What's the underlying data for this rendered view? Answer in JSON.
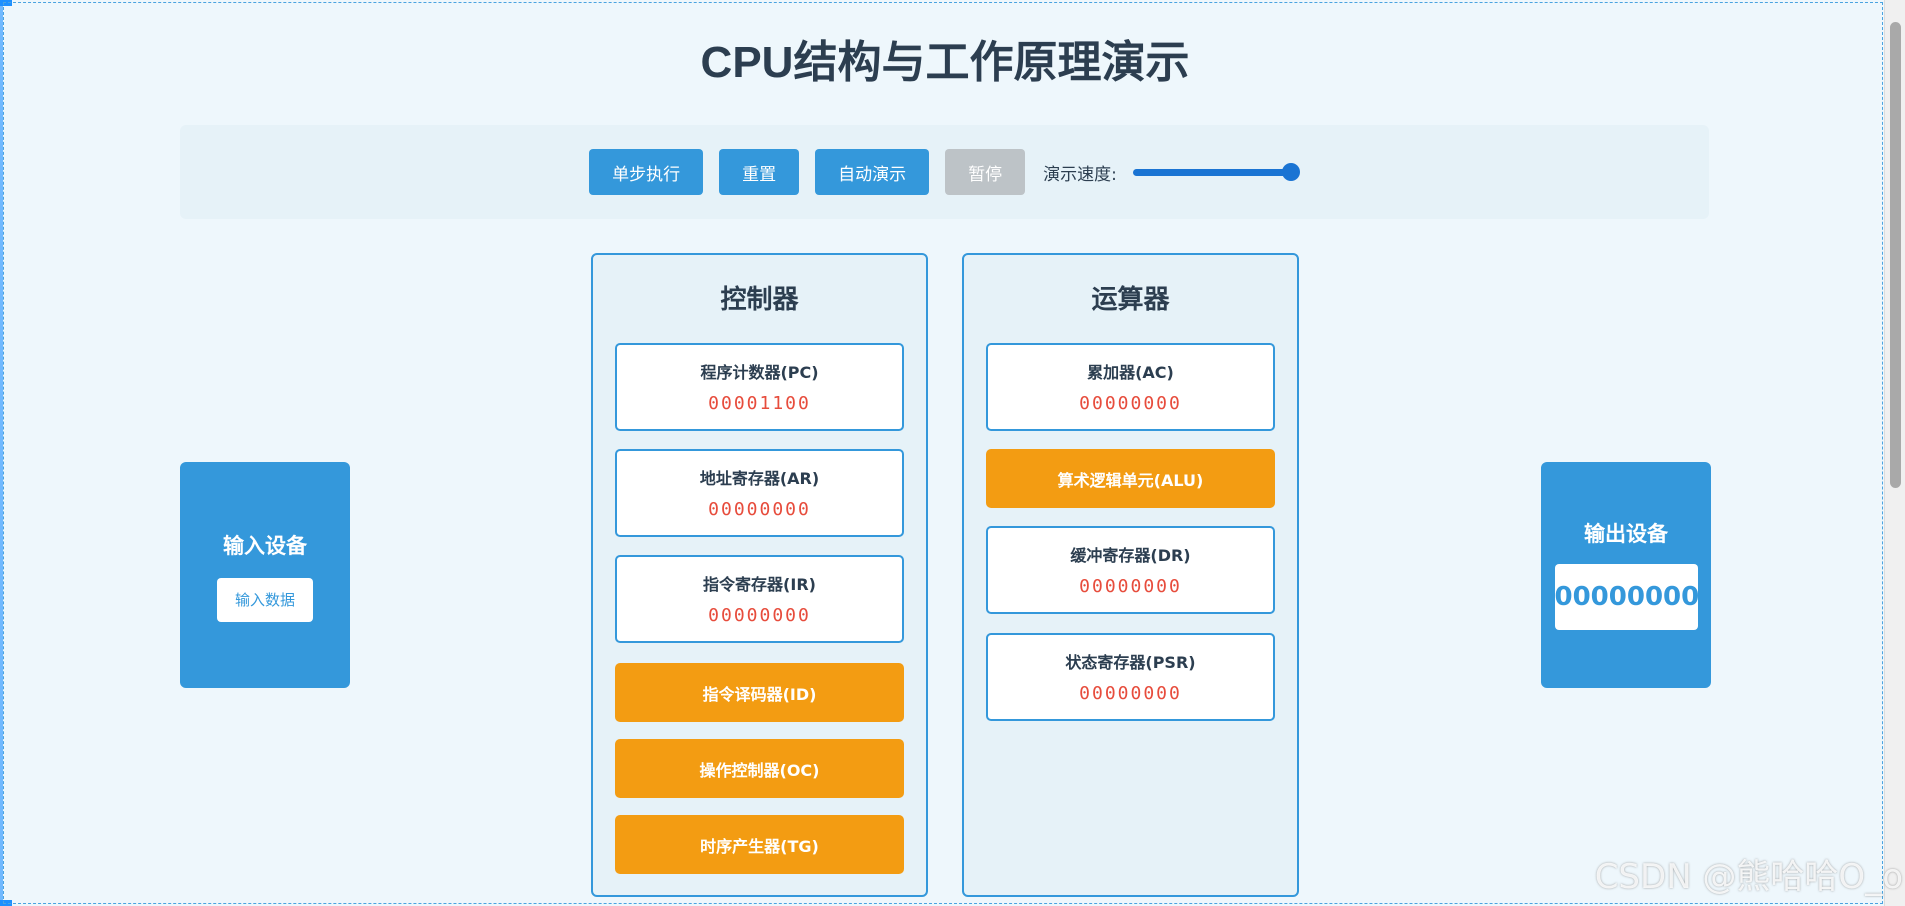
{
  "title": "CPU结构与工作原理演示",
  "controls": {
    "step_label": "单步执行",
    "reset_label": "重置",
    "auto_label": "自动演示",
    "pause_label": "暂停",
    "speed_label": "演示速度:",
    "speed_value": 1.0
  },
  "controller": {
    "title": "控制器",
    "registers": [
      {
        "name": "程序计数器(PC)",
        "value": "00001100"
      },
      {
        "name": "地址寄存器(AR)",
        "value": "00000000"
      },
      {
        "name": "指令寄存器(IR)",
        "value": "00000000"
      }
    ],
    "units": [
      "指令译码器(ID)",
      "操作控制器(OC)",
      "时序产生器(TG)"
    ]
  },
  "alu": {
    "title": "运算器",
    "accumulator": {
      "name": "累加器(AC)",
      "value": "00000000"
    },
    "unit": "算术逻辑单元(ALU)",
    "registers": [
      {
        "name": "缓冲寄存器(DR)",
        "value": "00000000"
      },
      {
        "name": "状态寄存器(PSR)",
        "value": "00000000"
      }
    ]
  },
  "input_device": {
    "title": "输入设备",
    "button_label": "输入数据"
  },
  "output_device": {
    "title": "输出设备",
    "value": "00000000"
  },
  "watermark": "CSDN @熊哈哈O_o",
  "colors": {
    "accent": "#3498db",
    "unit": "#f39c12",
    "value": "#e74c3c",
    "disabled": "#bdc3c7",
    "background": "#eef7fc"
  }
}
